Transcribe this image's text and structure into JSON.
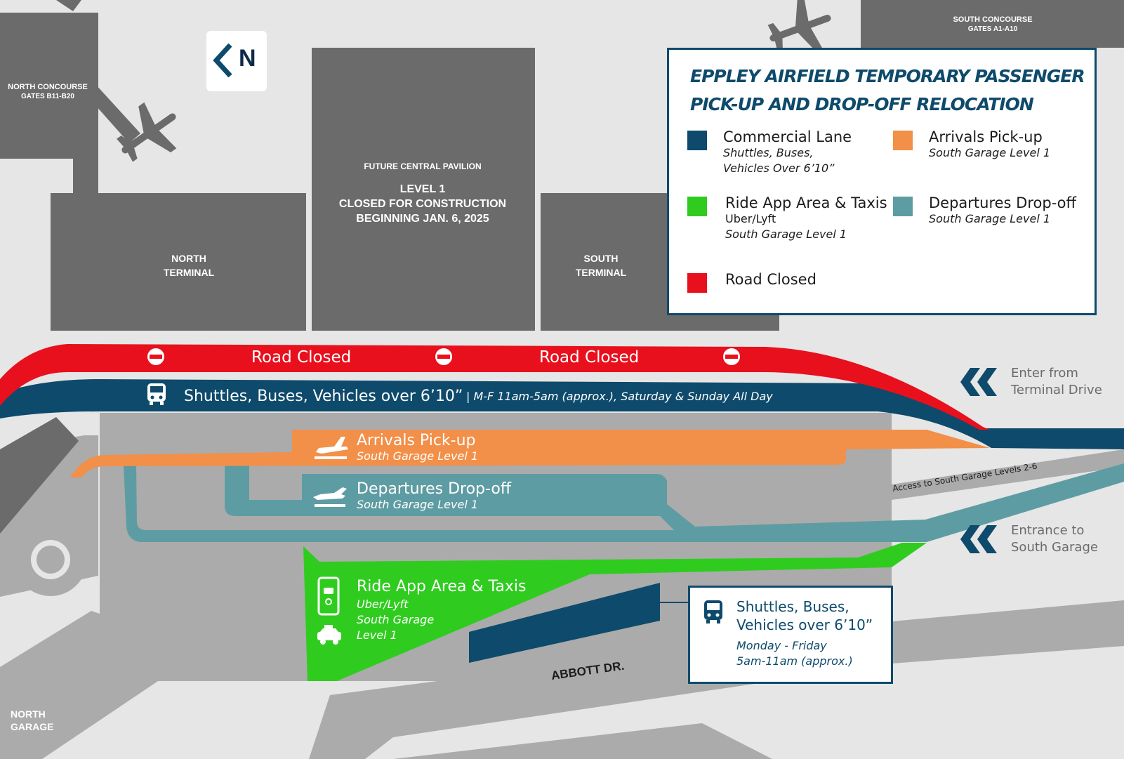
{
  "colors": {
    "commercial": "#0e4a6b",
    "arrivals": "#f28f48",
    "ride_app": "#2fcc1f",
    "departures": "#5e9ca3",
    "road_closed": "#e8101c",
    "building": "#6b6b6b",
    "garage": "#ababab",
    "background": "#e6e6e6"
  },
  "legend": {
    "title_line1": "EPPLEY AIRFIELD TEMPORARY PASSENGER",
    "title_line2": "PICK-UP AND DROP-OFF RELOCATION",
    "items": [
      {
        "name": "Commercial Lane",
        "sub1": "Shuttles, Buses,",
        "sub2": "Vehicles Over 6’10”",
        "color": "commercial"
      },
      {
        "name": "Arrivals Pick-up",
        "sub1": "South Garage Level 1",
        "color": "arrivals"
      },
      {
        "name": "Ride App Area & Taxis",
        "sub1": "Uber/Lyft",
        "sub2": "South Garage Level 1",
        "color": "ride_app"
      },
      {
        "name": "Departures Drop-off",
        "sub1": "South Garage Level 1",
        "color": "departures"
      },
      {
        "name": "Road Closed",
        "color": "road_closed"
      }
    ]
  },
  "north_arrow": {
    "label": "N",
    "icon": "north-arrow-icon"
  },
  "buildings": {
    "north_concourse": {
      "line1": "NORTH CONCOURSE",
      "line2": "GATES B11-B20"
    },
    "south_concourse": {
      "line1": "SOUTH CONCOURSE",
      "line2": "GATES A1-A10"
    },
    "central_pavilion": {
      "title": "FUTURE CENTRAL PAVILION",
      "line1": "LEVEL 1",
      "line2": "CLOSED FOR CONSTRUCTION",
      "line3": "BEGINNING JAN. 6, 2025"
    },
    "north_terminal": {
      "line1": "NORTH",
      "line2": "TERMINAL"
    },
    "south_terminal": {
      "line1": "SOUTH",
      "line2": "TERMINAL"
    },
    "north_garage": {
      "line1": "NORTH",
      "line2": "GARAGE"
    }
  },
  "roads": {
    "road_closed_1": "Road Closed",
    "road_closed_2": "Road Closed",
    "commercial_label": "Shuttles, Buses, Vehicles over 6’10”",
    "commercial_hours": "| M-F 11am-5am (approx.), Saturday & Sunday All Day",
    "arrivals_label": "Arrivals Pick-up",
    "arrivals_sub": "South Garage Level 1",
    "departures_label": "Departures Drop-off",
    "departures_sub": "South Garage Level 1",
    "ride_label": "Ride App Area & Taxis",
    "ride_sub1": "Uber/Lyft",
    "ride_sub2": "South Garage",
    "ride_sub3": "Level 1",
    "access_label": "Access to South Garage Levels 2-6",
    "abbott": "ABBOTT DR."
  },
  "directions": {
    "enter_line1": "Enter from",
    "enter_line2": "Terminal Drive",
    "entrance_line1": "Entrance to",
    "entrance_line2": "South Garage"
  },
  "callout": {
    "line1": "Shuttles, Buses,",
    "line2": "Vehicles over 6’10”",
    "sub1": "Monday - Friday",
    "sub2": "5am-11am (approx.)"
  }
}
